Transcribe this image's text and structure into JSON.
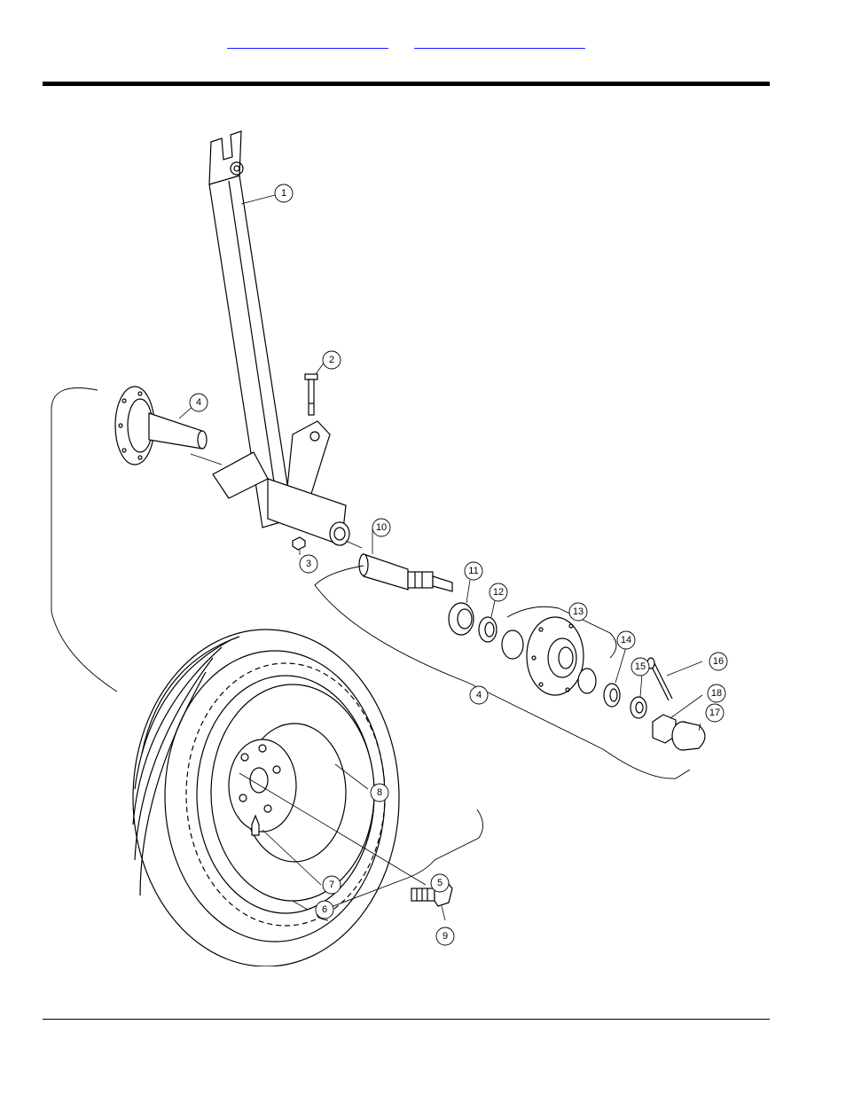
{
  "header": {
    "links": [
      "",
      ""
    ]
  },
  "callouts": [
    "1",
    "2",
    "3",
    "4",
    "4",
    "5",
    "6",
    "7",
    "8",
    "9",
    "10",
    "11",
    "12",
    "13",
    "14",
    "15",
    "16",
    "17",
    "18"
  ]
}
